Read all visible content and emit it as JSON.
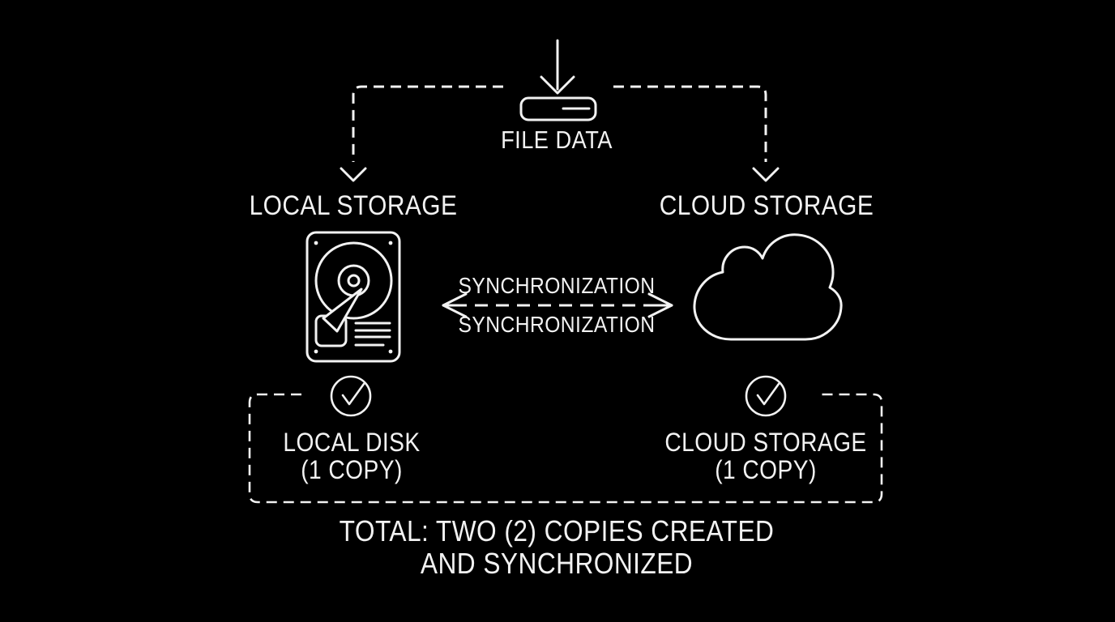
{
  "colors": {
    "background": "#000000",
    "foreground": "#f2f2f2"
  },
  "flow": {
    "source_label": "FILE DATA",
    "branches": {
      "left": {
        "title": "LOCAL STORAGE",
        "icon": "hard-drive-icon",
        "result_title": "LOCAL DISK",
        "result_copies": "(1 COPY)"
      },
      "right": {
        "title": "CLOUD STORAGE",
        "icon": "cloud-icon",
        "result_title": "CLOUD STORAGE",
        "result_copies": "(1 COPY)"
      }
    },
    "sync": {
      "label_top": "SYNCHRONIZATION",
      "label_bottom": "SYNCHRONIZATION"
    },
    "total": {
      "line1": "TOTAL: TWO (2) COPIES CREATED",
      "line2": "AND SYNCHRONIZED"
    }
  }
}
